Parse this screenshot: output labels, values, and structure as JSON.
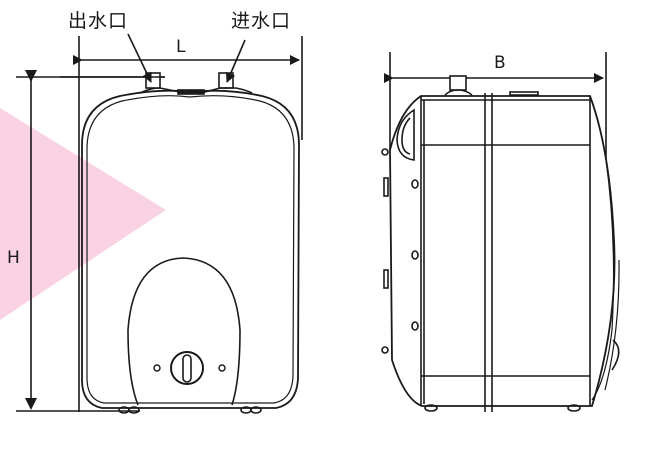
{
  "diagram": {
    "title": "",
    "views": [
      {
        "id": "front",
        "name": "front-view"
      },
      {
        "id": "side",
        "name": "side-view"
      }
    ],
    "labels": {
      "outlet": "出水口",
      "inlet": "进水口",
      "width": "L",
      "height": "H",
      "depth": "B"
    },
    "colors": {
      "line": "#1a1a1a",
      "accent_triangle": "#f9d3e3",
      "background": "#ffffff"
    }
  }
}
